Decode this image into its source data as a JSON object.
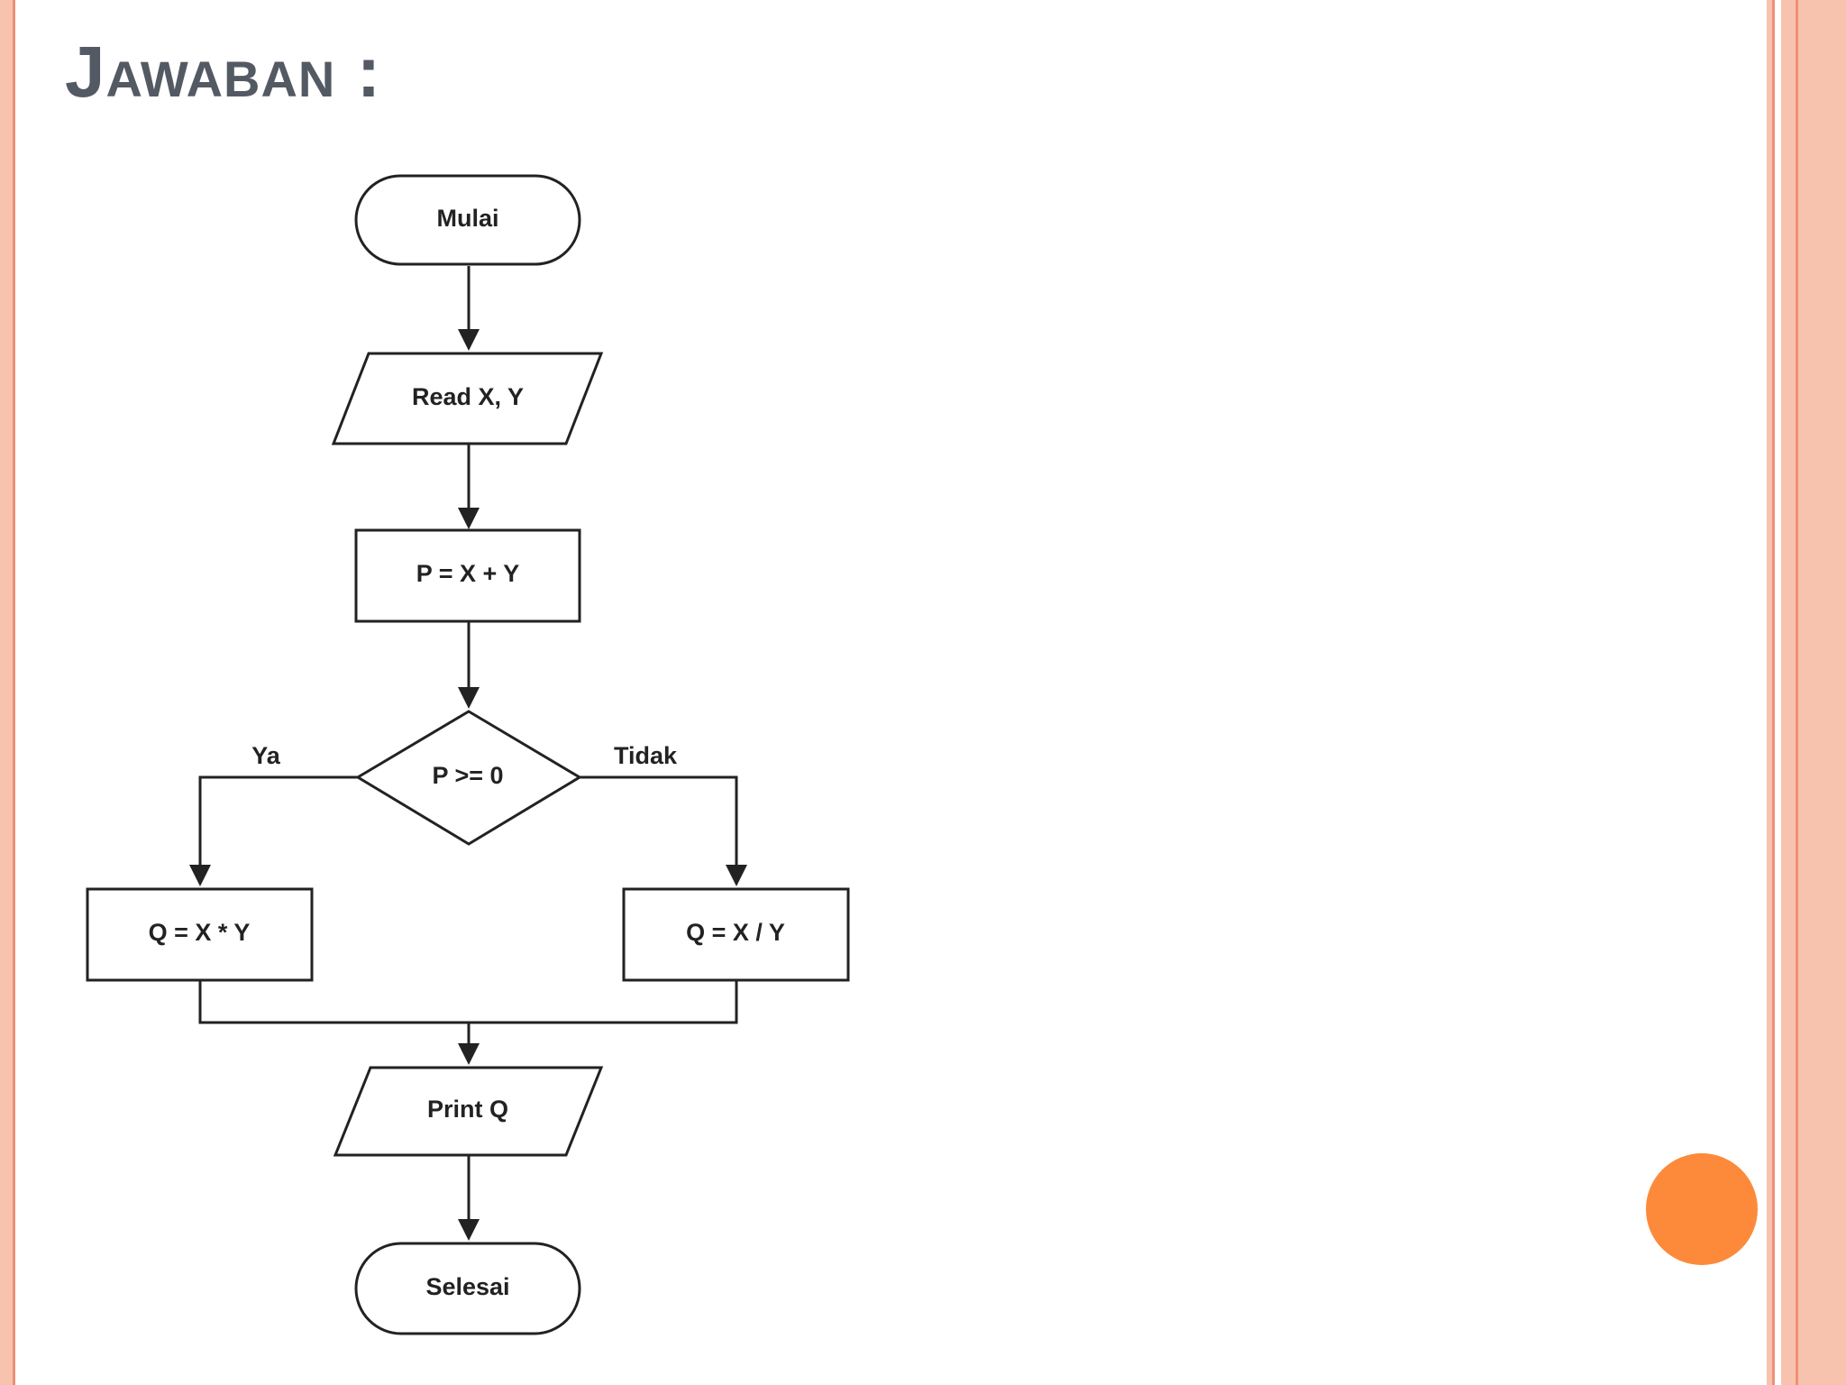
{
  "slide": {
    "title": "Jawaban :",
    "colors": {
      "title": "#545a64",
      "border": "#f8c3ae",
      "border_line": "#ef8f76",
      "accent_dot": "#fd8a3a",
      "flow_stroke": "#222222"
    }
  },
  "flowchart": {
    "start": "Mulai",
    "input": "Read X, Y",
    "process": "P = X + Y",
    "decision": "P >= 0",
    "yes_label": "Ya",
    "no_label": "Tidak",
    "yes_process": "Q = X * Y",
    "no_process": "Q = X / Y",
    "output": "Print Q",
    "end": "Selesai"
  }
}
